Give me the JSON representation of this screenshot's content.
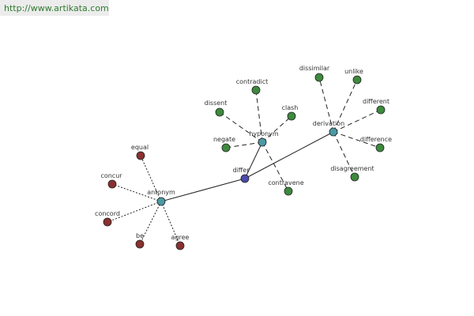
{
  "watermark": {
    "url": "http://www.artikata.com"
  },
  "colors": {
    "root": "#4a4aa8",
    "hub": "#4a9aa5",
    "synonym_leaf": "#3d8a3d",
    "antonym_leaf": "#8a3030"
  },
  "graph": {
    "nodes": [
      {
        "id": "differ",
        "label": "differ",
        "kind": "root"
      },
      {
        "id": "antonym",
        "label": "antonym",
        "kind": "hub"
      },
      {
        "id": "hyponym",
        "label": "hyponym",
        "kind": "hub"
      },
      {
        "id": "derivation",
        "label": "derivation",
        "kind": "hub"
      },
      {
        "id": "equal",
        "label": "equal",
        "kind": "antonym_leaf"
      },
      {
        "id": "concur",
        "label": "concur",
        "kind": "antonym_leaf"
      },
      {
        "id": "concord",
        "label": "concord",
        "kind": "antonym_leaf"
      },
      {
        "id": "be",
        "label": "be",
        "kind": "antonym_leaf"
      },
      {
        "id": "agree",
        "label": "agree",
        "kind": "antonym_leaf"
      },
      {
        "id": "contradict",
        "label": "contradict",
        "kind": "synonym_leaf"
      },
      {
        "id": "dissent",
        "label": "dissent",
        "kind": "synonym_leaf"
      },
      {
        "id": "clash",
        "label": "clash",
        "kind": "synonym_leaf"
      },
      {
        "id": "negate",
        "label": "negate",
        "kind": "synonym_leaf"
      },
      {
        "id": "contravene",
        "label": "contravene",
        "kind": "synonym_leaf"
      },
      {
        "id": "dissimilar",
        "label": "dissimilar",
        "kind": "synonym_leaf"
      },
      {
        "id": "unlike",
        "label": "unlike",
        "kind": "synonym_leaf"
      },
      {
        "id": "different",
        "label": "different",
        "kind": "synonym_leaf"
      },
      {
        "id": "difference",
        "label": "difference",
        "kind": "synonym_leaf"
      },
      {
        "id": "disagreement",
        "label": "disagreement",
        "kind": "synonym_leaf"
      }
    ],
    "edges": [
      {
        "from": "differ",
        "to": "antonym",
        "style": "solid"
      },
      {
        "from": "differ",
        "to": "hyponym",
        "style": "solid"
      },
      {
        "from": "differ",
        "to": "derivation",
        "style": "solid"
      },
      {
        "from": "antonym",
        "to": "equal",
        "style": "dotted"
      },
      {
        "from": "antonym",
        "to": "concur",
        "style": "dotted"
      },
      {
        "from": "antonym",
        "to": "concord",
        "style": "dotted"
      },
      {
        "from": "antonym",
        "to": "be",
        "style": "dotted"
      },
      {
        "from": "antonym",
        "to": "agree",
        "style": "dotted"
      },
      {
        "from": "hyponym",
        "to": "contradict",
        "style": "dashed"
      },
      {
        "from": "hyponym",
        "to": "dissent",
        "style": "dashed"
      },
      {
        "from": "hyponym",
        "to": "clash",
        "style": "dashed"
      },
      {
        "from": "hyponym",
        "to": "negate",
        "style": "dashed"
      },
      {
        "from": "hyponym",
        "to": "contravene",
        "style": "dashed"
      },
      {
        "from": "derivation",
        "to": "dissimilar",
        "style": "dashed"
      },
      {
        "from": "derivation",
        "to": "unlike",
        "style": "dashed"
      },
      {
        "from": "derivation",
        "to": "different",
        "style": "dashed"
      },
      {
        "from": "derivation",
        "to": "difference",
        "style": "dashed"
      },
      {
        "from": "derivation",
        "to": "disagreement",
        "style": "dashed"
      }
    ]
  }
}
